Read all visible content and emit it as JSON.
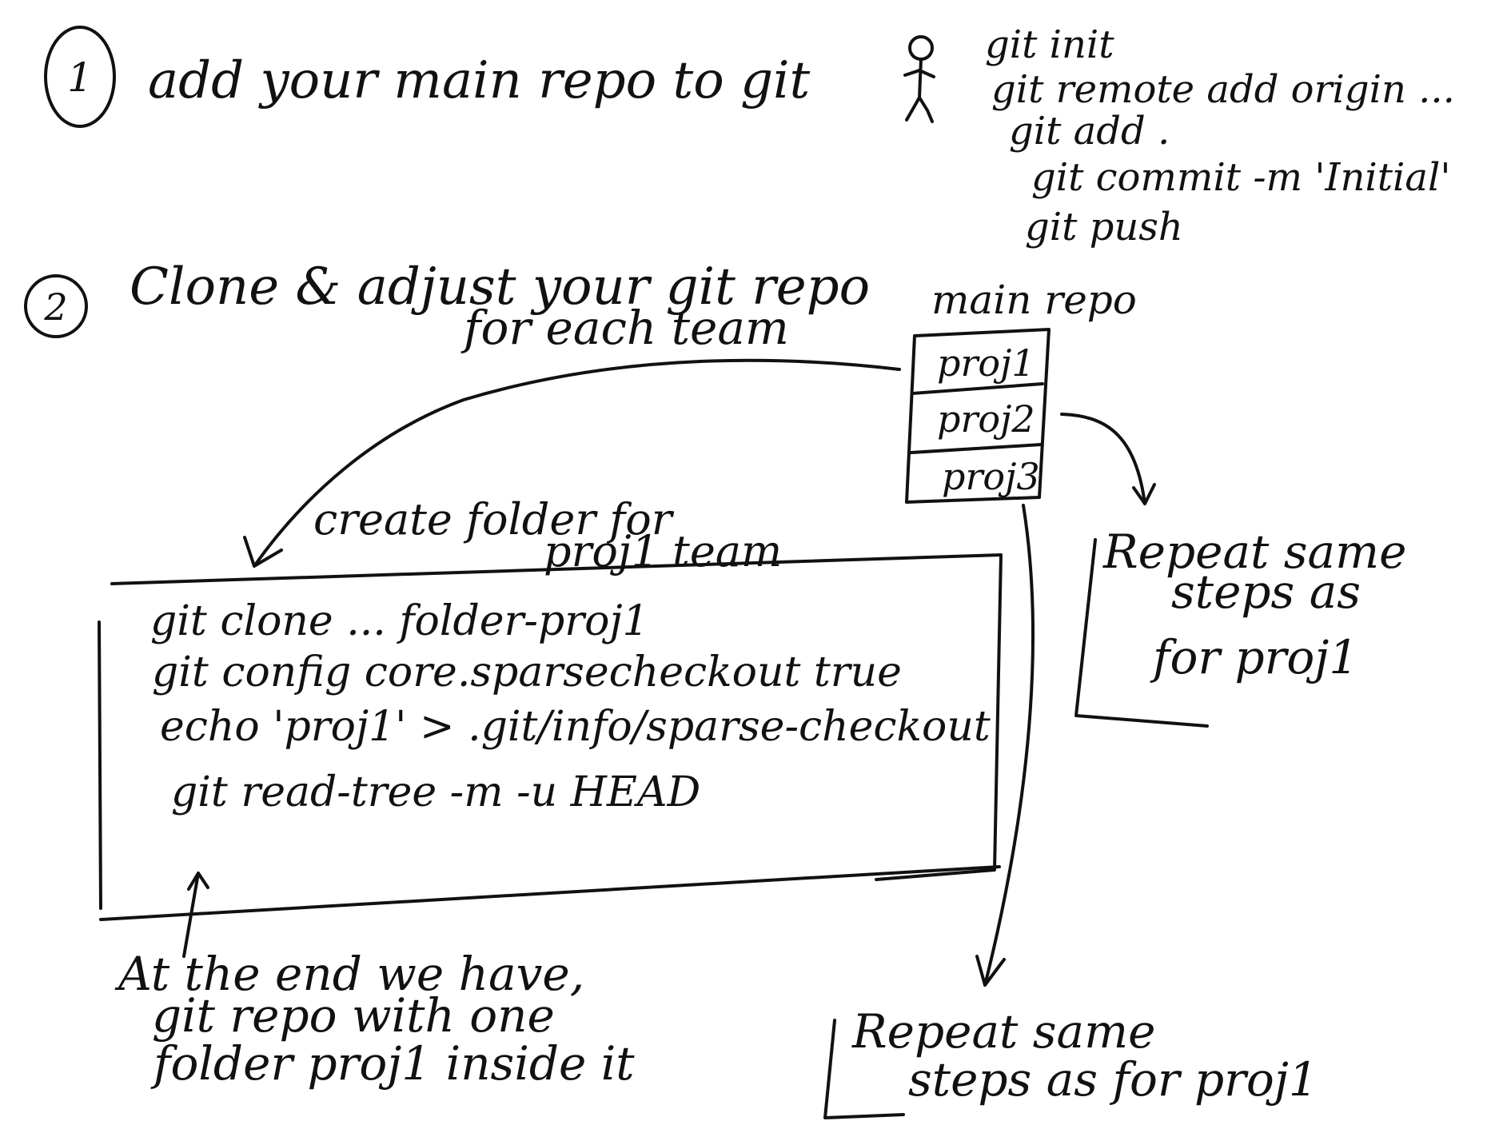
{
  "step1": {
    "number": "1",
    "title": "add   your main repo to git",
    "commands": [
      "git init",
      "git remote add origin ...",
      "git add .",
      "git commit -m 'Initial'",
      "git push"
    ]
  },
  "step2": {
    "number": "2",
    "title_line1": "Clone & adjust your git repo",
    "title_line2": "for each team"
  },
  "main_repo": {
    "label": "main repo",
    "folders": [
      "proj1",
      "proj2",
      "proj3"
    ]
  },
  "create_folder_note": {
    "line1": "create folder for",
    "line2": "proj1 team"
  },
  "team_commands": [
    "git clone ... folder-proj1",
    "git config core.sparsecheckout true",
    "echo 'proj1' > .git/info/sparse-checkout",
    "git read-tree -m -u HEAD"
  ],
  "result_note": {
    "line1": "At the end we have,",
    "line2": "git repo with one",
    "line3": "folder proj1 inside it"
  },
  "repeat_proj2": {
    "line1": "Repeat same",
    "line2": "steps as",
    "line3": "for proj1"
  },
  "repeat_proj3": {
    "line1": "Repeat same",
    "line2": "steps as for proj1"
  }
}
